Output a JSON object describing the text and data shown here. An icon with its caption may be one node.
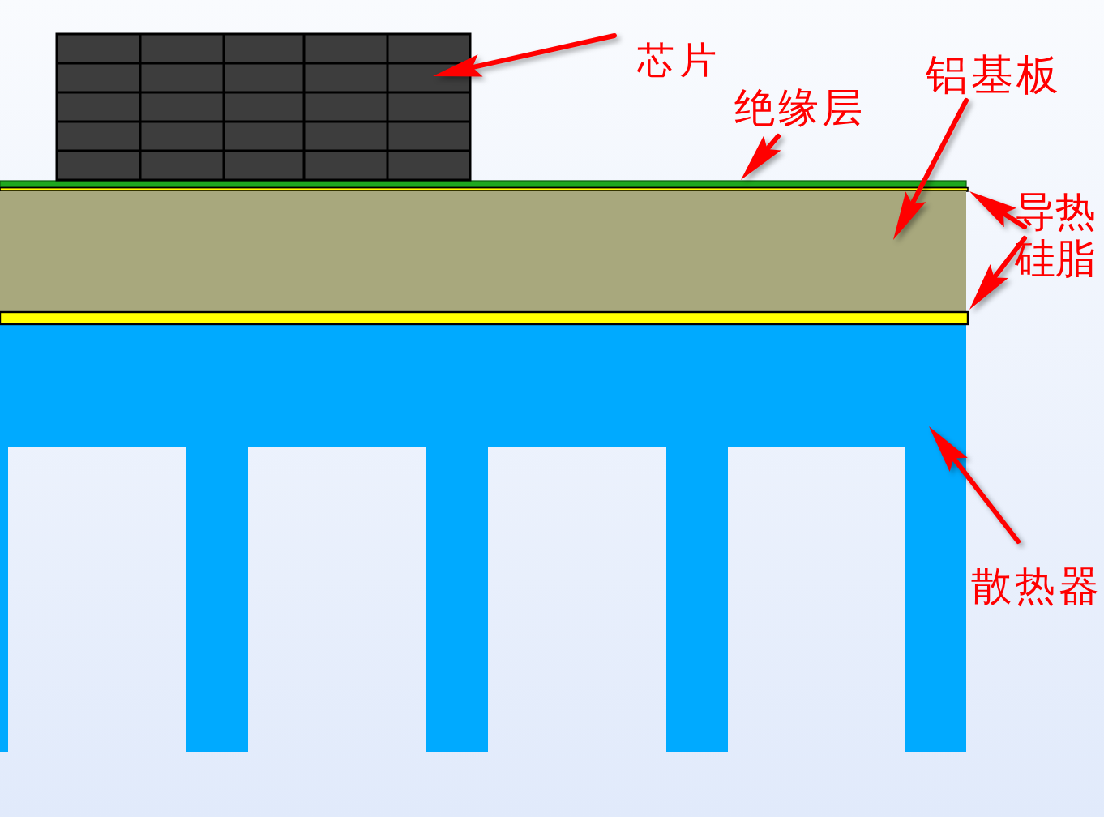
{
  "diagram": {
    "nodes": [
      {
        "text": [],
        "shape": "box"
      },
      {
        "text": [
          "芯片"
        ]
      },
      {
        "text": [
          "绝缘层"
        ]
      },
      {
        "text": [
          "铝基板"
        ]
      },
      {
        "text": [
          "导热硅脂"
        ]
      },
      {
        "text": [],
        "shape": "bar"
      },
      {
        "text": [],
        "shape": "bar"
      },
      {
        "text": [],
        "shape": "bar"
      },
      {
        "text": [],
        "shape": "bar"
      },
      {
        "text": [],
        "shape": "picture"
      },
      {
        "text": [
          "散热器"
        ]
      }
    ],
    "edges": [
      {
        "from": 1,
        "to": 0,
        "arrow": "to"
      },
      {
        "from": 2,
        "to": 5,
        "arrow": "to"
      },
      {
        "from": 3,
        "to": 7,
        "arrow": "to"
      },
      {
        "from": 4,
        "to": 6,
        "arrow": "to"
      },
      {
        "from": 4,
        "to": 8,
        "arrow": "to"
      },
      {
        "from": 10,
        "to": 9,
        "arrow": "to"
      }
    ]
  }
}
